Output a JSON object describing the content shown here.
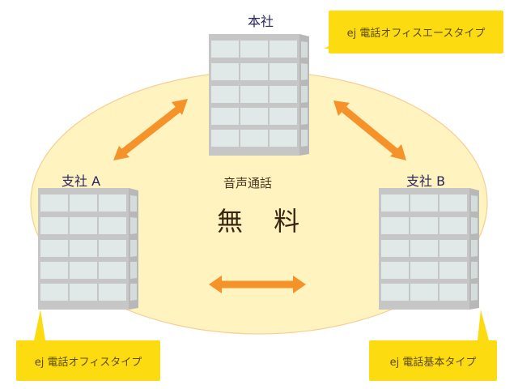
{
  "diagram": {
    "title_center_small": "音声通話",
    "title_center_big": "無 料",
    "nodes": [
      {
        "id": "hq",
        "label": "本社",
        "plan": "ej 電話オフィスエースタイプ"
      },
      {
        "id": "branch_a",
        "label": "支社 A",
        "plan": "ej 電話オフィスタイプ"
      },
      {
        "id": "branch_b",
        "label": "支社 B",
        "plan": "ej 電話基本タイプ"
      }
    ],
    "links": [
      {
        "from": "hq",
        "to": "branch_a",
        "type": "bidirectional"
      },
      {
        "from": "hq",
        "to": "branch_b",
        "type": "bidirectional"
      },
      {
        "from": "branch_a",
        "to": "branch_b",
        "type": "bidirectional"
      }
    ],
    "colors": {
      "ellipse_fill": "#fff3bf",
      "ellipse_stroke": "#f5cf96",
      "arrow": "#f5922a",
      "callout": "#fcdc10",
      "building": "#c8c8c8",
      "window": "#e0e8e8"
    }
  }
}
